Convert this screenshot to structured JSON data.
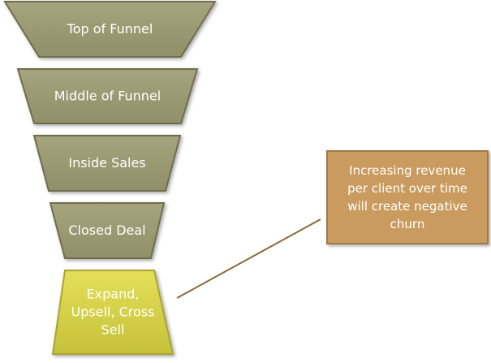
{
  "funnel": {
    "stages": [
      {
        "label": "Top of Funnel",
        "lines": [
          "Top of Funnel"
        ],
        "fill": "#9c9a73",
        "stroke": "#6f6d50"
      },
      {
        "label": "Middle of Funnel",
        "lines": [
          "Middle of Funnel"
        ],
        "fill": "#9c9a73",
        "stroke": "#6f6d50"
      },
      {
        "label": "Inside Sales",
        "lines": [
          "Inside Sales"
        ],
        "fill": "#9c9a73",
        "stroke": "#6f6d50"
      },
      {
        "label": "Closed Deal",
        "lines": [
          "Closed Deal"
        ],
        "fill": "#9c9a73",
        "stroke": "#6f6d50"
      },
      {
        "label": "Expand, Upsell, Cross Sell",
        "lines": [
          "Expand,",
          "Upsell, Cross",
          "Sell"
        ],
        "fill": "#d6d14a",
        "stroke": "#a9a432"
      }
    ]
  },
  "callout": {
    "text": "Increasing revenue\nper client over time\nwill create negative\nchurn",
    "fill": "#c99b5e",
    "stroke": "#a07a44"
  },
  "connector": {
    "color": "#8a6a3a"
  }
}
